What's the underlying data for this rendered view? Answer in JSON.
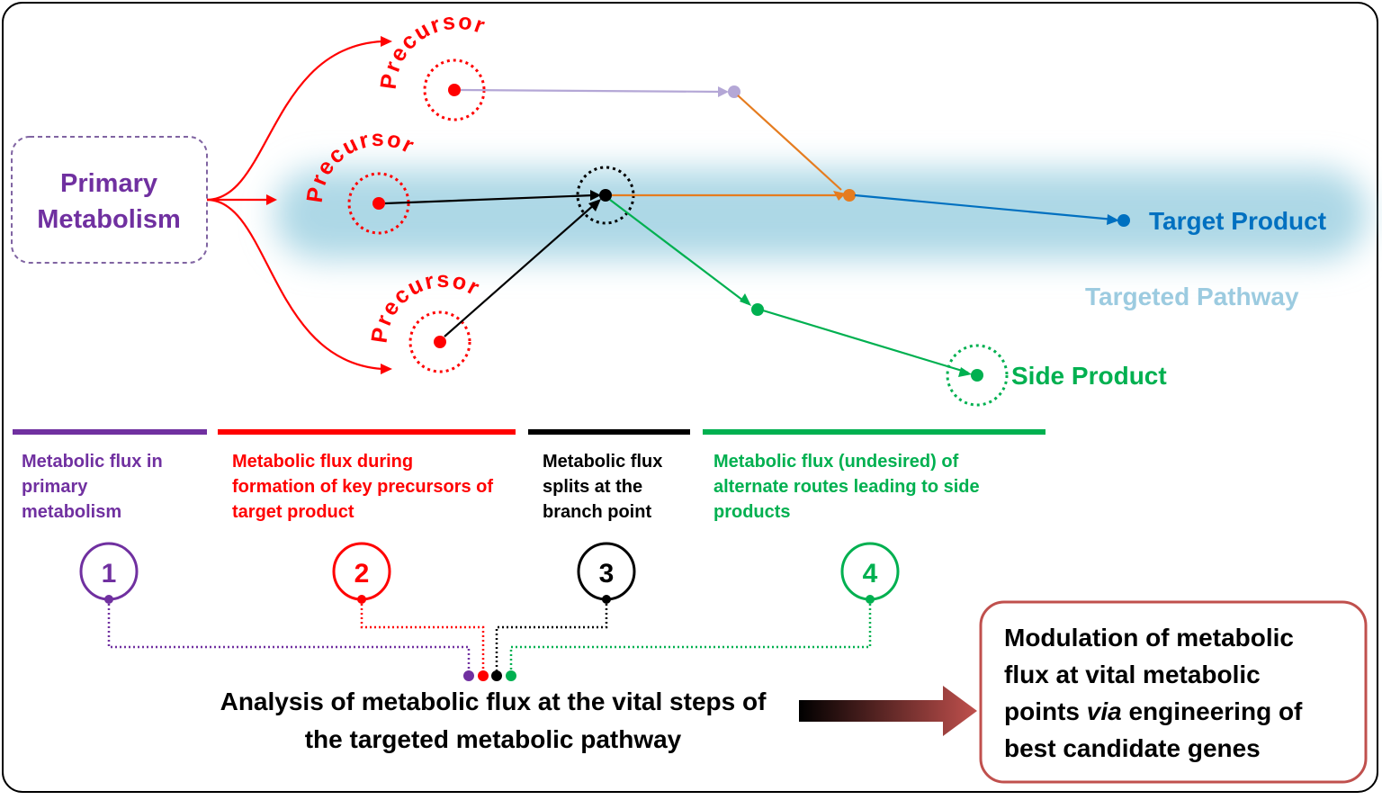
{
  "colors": {
    "purple": "#7030a0",
    "red": "#ff0000",
    "black": "#000000",
    "green": "#00b050",
    "blue": "#0070c0",
    "orange": "#e57c1f",
    "lavender": "#b4a7d6",
    "pathway_glow": "#add8e6",
    "pathway_text": "#9ccbe0",
    "box_border": "#c0504d"
  },
  "primary_box": {
    "line1": "Primary",
    "line2": "Metabolism"
  },
  "precursor_label": "Precursor",
  "labels": {
    "target_product": "Target Product",
    "targeted_pathway": "Targeted Pathway",
    "side_product": "Side Product"
  },
  "flux_descriptions": [
    {
      "num": "1",
      "text": "Metabolic flux in\nprimary\nmetabolism",
      "color": "#7030a0"
    },
    {
      "num": "2",
      "text": "Metabolic flux during\nformation of key precursors of\ntarget product",
      "color": "#ff0000"
    },
    {
      "num": "3",
      "text": "Metabolic flux\nsplits at the\nbranch point",
      "color": "#000000"
    },
    {
      "num": "4",
      "text": "Metabolic flux (undesired) of\nalternate routes leading to side\nproducts",
      "color": "#00b050"
    }
  ],
  "analysis": {
    "line1": "Analysis of metabolic flux at the vital steps of",
    "line2": "the targeted metabolic pathway"
  },
  "modulation": {
    "line1": "Modulation of metabolic",
    "line2": "flux at vital metabolic",
    "line3_pre": "points ",
    "line3_em": "via",
    "line3_post": " engineering of",
    "line4": "best candidate genes"
  }
}
